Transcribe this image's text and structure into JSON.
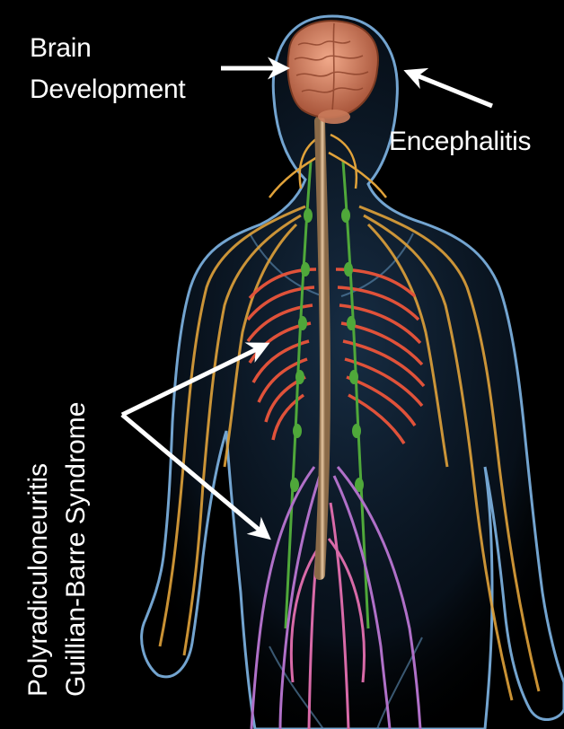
{
  "labels": {
    "brain_line1": "Brain",
    "brain_line2": "Development",
    "encephalitis": "Encephalitis",
    "polyradiculoneuritis": "Polyradiculoneuritis",
    "guillian_barre": "Guillian-Barre Syndrome"
  },
  "colors": {
    "background": "#000000",
    "body_outline": "#7fb6e6",
    "brain": "#d98a6a",
    "spinal_cord": "#c9a27a",
    "peripheral_nerves": "#e0a23a",
    "intercostal_nerves": "#e0523a",
    "ganglia": "#4fa83a",
    "sacral_nerves": "#b070c8",
    "arrows": "#ffffff"
  },
  "icons": [
    "arrow-icon"
  ]
}
